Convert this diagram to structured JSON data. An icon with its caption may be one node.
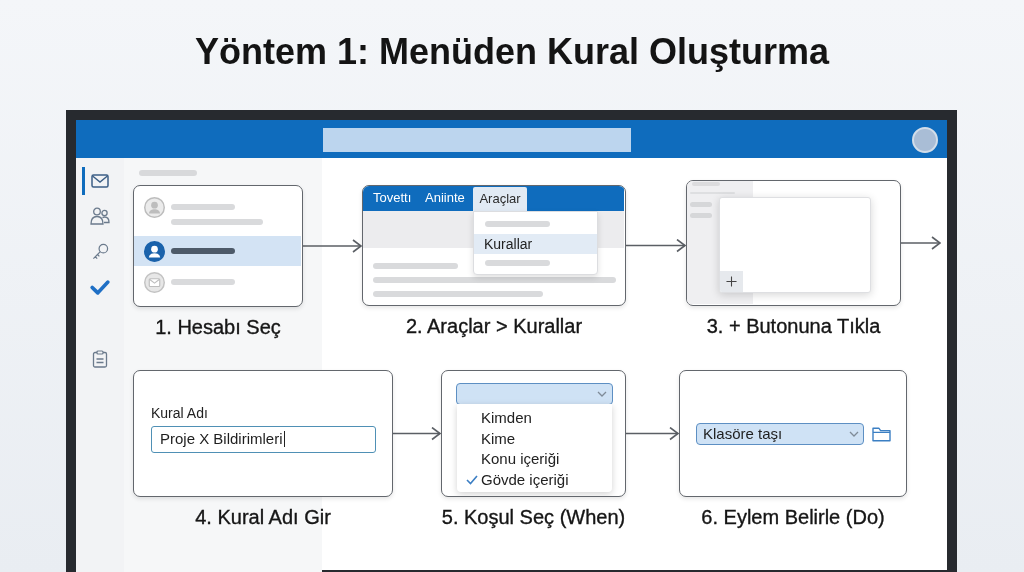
{
  "diagram": {
    "title": "Yöntem 1: Menüden Kural Oluşturma",
    "nodes": [
      {
        "text": [],
        "shape": "box",
        "beside": [
          "1. Hesabı Seç"
        ]
      },
      {
        "text": [
          "Tovettı",
          "Aniinte",
          "Araçlar",
          "Kurallar"
        ],
        "beside": [
          "2. Araçlar > Kurallar"
        ]
      },
      {
        "text": [],
        "shape": "box",
        "beside": [
          "3. + Butonuna Tıkla"
        ]
      },
      {
        "text": [
          "Kural Adı",
          "Proje X Bildirimleri"
        ],
        "beside": [
          "4. Kural Adı Gir"
        ]
      },
      {
        "text": [
          "Kimden",
          "Kime",
          "Konu içeriği",
          "Gövde içeriği"
        ],
        "beside": [
          "5. Koşul Seç (When)"
        ]
      },
      {
        "text": [
          "Klasöre taşı"
        ],
        "beside": [
          "6. Eylem Belirle (Do)"
        ]
      }
    ],
    "edges": [
      {
        "from": 0,
        "to": 1,
        "arrow": "to"
      },
      {
        "from": 1,
        "to": 2,
        "arrow": "to"
      },
      {
        "from": 2,
        "to": null,
        "arrow": "to"
      },
      {
        "from": 3,
        "to": 4,
        "arrow": "to"
      },
      {
        "from": 4,
        "to": 5,
        "arrow": "to"
      }
    ]
  }
}
